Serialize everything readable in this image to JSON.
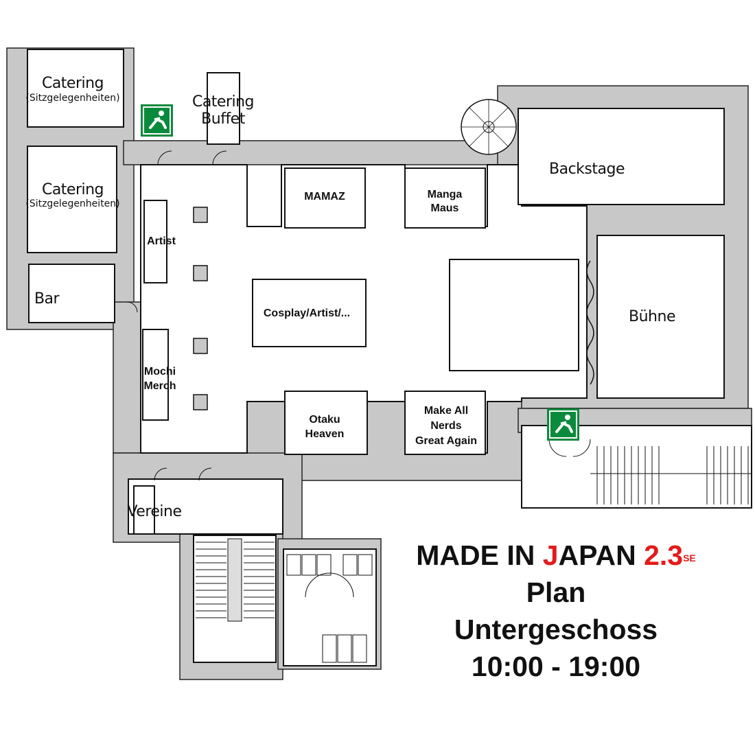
{
  "map": {
    "rooms": {
      "catering_top": {
        "title": "Catering",
        "sub": "(Sitzgelegenheiten)"
      },
      "catering_mid": {
        "title": "Catering",
        "sub": "(Sitzgelegenheiten)"
      },
      "bar": "Bar",
      "catering_buffet": {
        "line1": "Catering",
        "line2": "Buffet"
      },
      "backstage": "Backstage",
      "buehne": "Bühne",
      "vereine": "Vereine"
    },
    "booths": {
      "artist": "Artist",
      "mamaz": "MAMAZ",
      "manga_maus": {
        "line1": "Manga",
        "line2": "Maus"
      },
      "cosplay": "Cosplay/Artist/...",
      "mochi_merch": {
        "line1": "Mochi",
        "line2": "Merch"
      },
      "otaku_heaven": {
        "line1": "Otaku",
        "line2": "Heaven"
      },
      "make_all_nerds": {
        "line1": "Make All",
        "line2": "Nerds",
        "line3": "Great Again"
      }
    },
    "icons": [
      "emergency-exit-icon",
      "emergency-exit-icon"
    ],
    "colors": {
      "exit_sign": "#0a8a3c",
      "wall": "#c8c8c8",
      "accent_red": "#e31b1b"
    }
  },
  "title": {
    "part1": "MADE IN ",
    "part2_red": "J",
    "part3": "APAN ",
    "version": "2.3",
    "version_sup": "SE",
    "line2": "Plan",
    "line3": "Untergeschoss",
    "line4": "10:00 - 19:00"
  }
}
